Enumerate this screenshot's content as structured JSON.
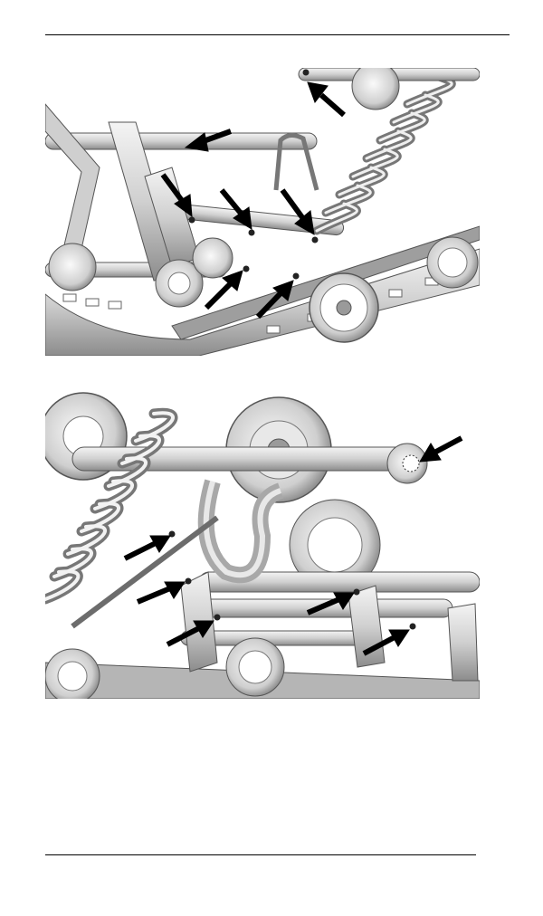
{
  "page": {
    "figures": [
      {
        "id": "rear-suspension-upper-view",
        "callout_count": 6
      },
      {
        "id": "rear-suspension-lower-view",
        "callout_count": 5
      }
    ],
    "colors": {
      "ink": "#000000",
      "metal_light": "#e6e6e6",
      "metal_mid": "#bdbdbd",
      "metal_dark": "#7a7a7a"
    }
  }
}
